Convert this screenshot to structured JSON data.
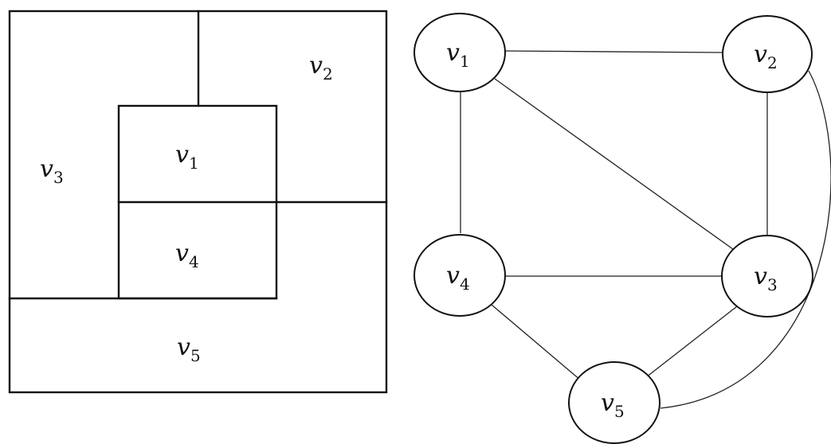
{
  "map_regions": [
    {
      "id": "v1",
      "letter": "v",
      "sub": "1"
    },
    {
      "id": "v2",
      "letter": "v",
      "sub": "2"
    },
    {
      "id": "v3",
      "letter": "v",
      "sub": "3"
    },
    {
      "id": "v4",
      "letter": "v",
      "sub": "4"
    },
    {
      "id": "v5",
      "letter": "v",
      "sub": "5"
    }
  ],
  "graph": {
    "nodes": [
      {
        "id": "v1",
        "letter": "v",
        "sub": "1"
      },
      {
        "id": "v2",
        "letter": "v",
        "sub": "2"
      },
      {
        "id": "v3",
        "letter": "v",
        "sub": "3"
      },
      {
        "id": "v4",
        "letter": "v",
        "sub": "4"
      },
      {
        "id": "v5",
        "letter": "v",
        "sub": "5"
      }
    ],
    "edges": [
      {
        "from": "v1",
        "to": "v2"
      },
      {
        "from": "v1",
        "to": "v4"
      },
      {
        "from": "v1",
        "to": "v3"
      },
      {
        "from": "v2",
        "to": "v3"
      },
      {
        "from": "v2",
        "to": "v5"
      },
      {
        "from": "v4",
        "to": "v3"
      },
      {
        "from": "v4",
        "to": "v5"
      },
      {
        "from": "v3",
        "to": "v5"
      }
    ]
  }
}
